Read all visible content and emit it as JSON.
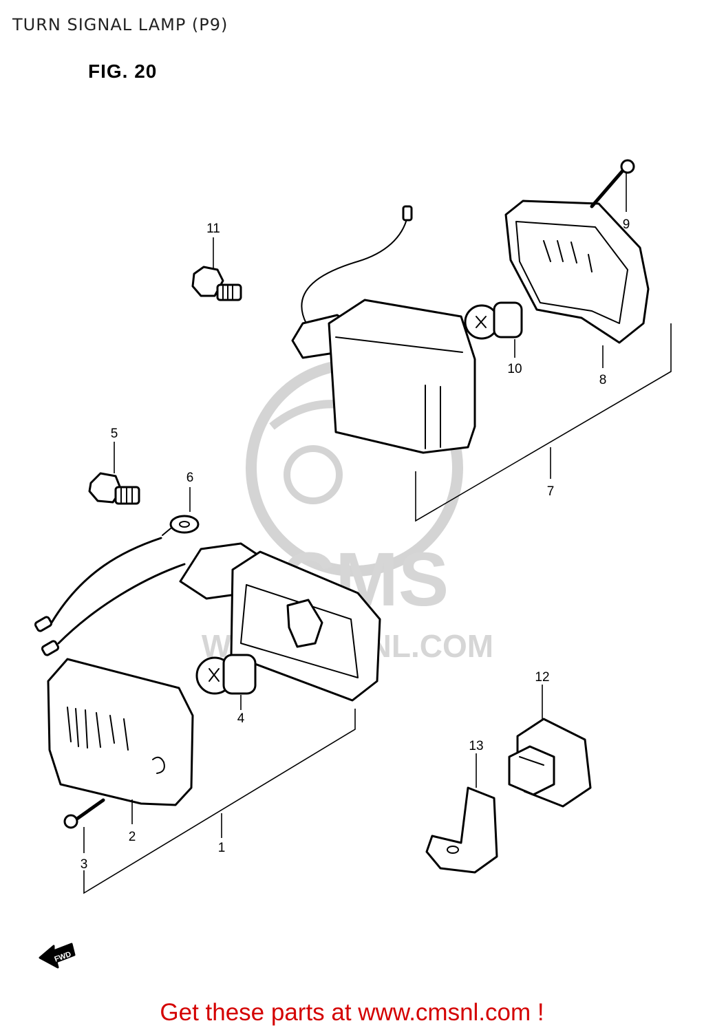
{
  "header": {
    "title": "TURN SIGNAL LAMP (P9)"
  },
  "figure": {
    "label": "FIG. 20"
  },
  "callouts": [
    "1",
    "2",
    "3",
    "4",
    "5",
    "6",
    "7",
    "8",
    "9",
    "10",
    "11",
    "12",
    "13"
  ],
  "direction_tag": "FWD",
  "watermark": {
    "brand": "CMS",
    "url": "WWW.CMSNL.COM"
  },
  "footer": {
    "text": "Get these parts at www.cmsnl.com !"
  },
  "colors": {
    "footer": "#d40000",
    "watermark": "#d4d4d4"
  }
}
